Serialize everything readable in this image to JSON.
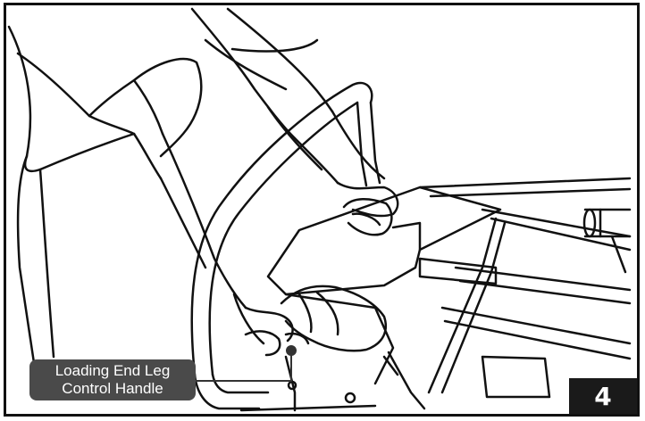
{
  "callout": {
    "line1": "Loading End Leg",
    "line2": "Control Handle"
  },
  "step": {
    "number": "4"
  },
  "colors": {
    "ink": "#111111",
    "callout_bg": "#4a4a4a",
    "badge_bg": "#1a1a1a"
  }
}
